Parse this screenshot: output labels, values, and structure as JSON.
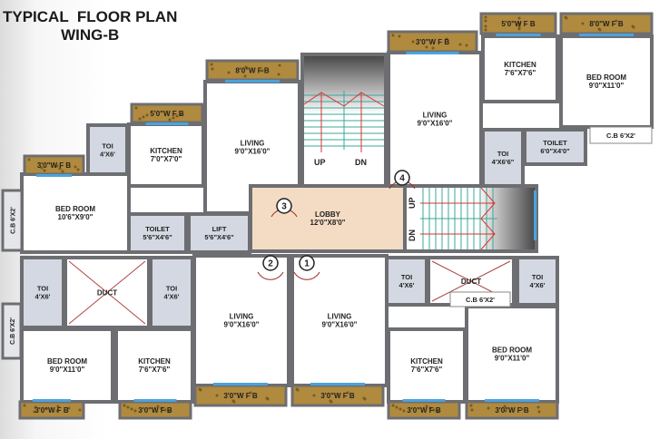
{
  "title": "TYPICAL  FLOOR PLAN",
  "subtitle": "WING-B",
  "rooms": [
    {
      "name": "TOI",
      "size": "4'X6'"
    },
    {
      "name": "KITCHEN",
      "size": "7'0\"X7'0\""
    },
    {
      "name": "LIVING",
      "size": "9'0\"X16'0\""
    },
    {
      "name": "BED ROOM",
      "size": "10'6\"X9'0\""
    },
    {
      "name": "TOILET",
      "size": "5'6\"X4'6\""
    },
    {
      "name": "LIFT",
      "size": "5'6\"X4'6\""
    },
    {
      "name": "LOBBY",
      "size": "12'0\"X8'0\""
    },
    {
      "name": "LIVING",
      "size": "9'0\"X16'0\""
    },
    {
      "name": "KITCHEN",
      "size": "7'6\"X7'6\""
    },
    {
      "name": "BED ROOM",
      "size": "9'0\"X11'0\""
    },
    {
      "name": "C.B 6'X2'",
      "size": ""
    },
    {
      "name": "TOILET",
      "size": "6'0\"X4'0\""
    },
    {
      "name": "TOI",
      "size": "4'X6'6\""
    },
    {
      "name": "TOI",
      "size": "4'X6'"
    },
    {
      "name": "DUCT",
      "size": ""
    },
    {
      "name": "TOI",
      "size": "4'X6'"
    },
    {
      "name": "BED ROOM",
      "size": "9'0\"X11'0\""
    },
    {
      "name": "KITCHEN",
      "size": "7'6\"X7'6\""
    },
    {
      "name": "LIVING",
      "size": "9'0\"X16'0\""
    },
    {
      "name": "LIVING",
      "size": "9'0\"X16'0\""
    },
    {
      "name": "KITCHEN",
      "size": "7'6\"X7'6\""
    },
    {
      "name": "BED ROOM",
      "size": "9'0\"X11'0\""
    },
    {
      "name": "TOI",
      "size": "4'X6'"
    },
    {
      "name": "DUCT",
      "size": ""
    },
    {
      "name": "TOI",
      "size": "4'X6'"
    },
    {
      "name": "C.B 6'X2'",
      "size": ""
    }
  ],
  "side_cb": [
    "C.B 6'X2'",
    "C.B 6'X2'"
  ],
  "wfb": [
    "3'0\"W F B",
    "5'0\"W F B",
    "8'0\"W F B",
    "3'0\"W F B",
    "5'0\"W F B",
    "8'0\"W F B",
    "3'0\"W F B",
    "3'0\"W F B",
    "3'0\"W F B",
    "3'0\"W F B",
    "3'0\"W F B",
    "3'0\"W F B"
  ],
  "stairs": [
    {
      "up": "UP",
      "dn": "DN"
    },
    {
      "up": "UP",
      "dn": "DN"
    }
  ],
  "flats": [
    "1",
    "2",
    "3",
    "4"
  ],
  "colors": {
    "wall": "#6d6e71",
    "wet": "#d3d8e2",
    "lobby": "#f4dcc4",
    "wfb": "#b08a3e",
    "window": "#4aa3df",
    "door": "#a02828",
    "stair": "#3aa89a"
  }
}
